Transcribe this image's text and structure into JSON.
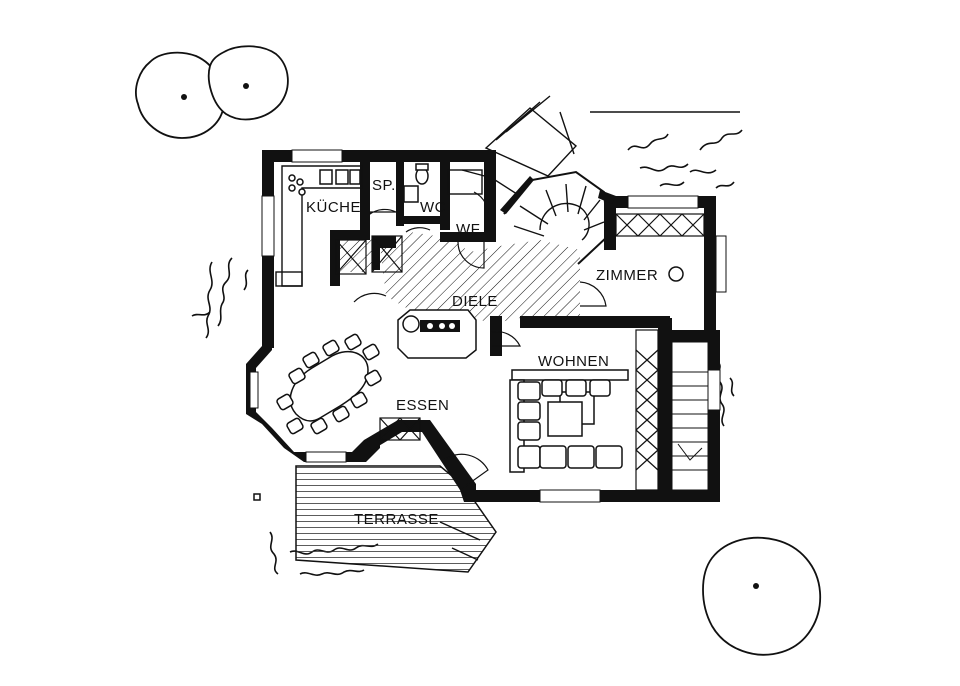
{
  "rooms": {
    "kueche": "KÜCHE",
    "sp": "SP.",
    "wc": "WC",
    "wf": "WF",
    "diele": "DIELE",
    "zimmer": "ZIMMER",
    "wohnen": "WOHNEN",
    "essen": "ESSEN",
    "terrasse": "TERRASSE"
  }
}
